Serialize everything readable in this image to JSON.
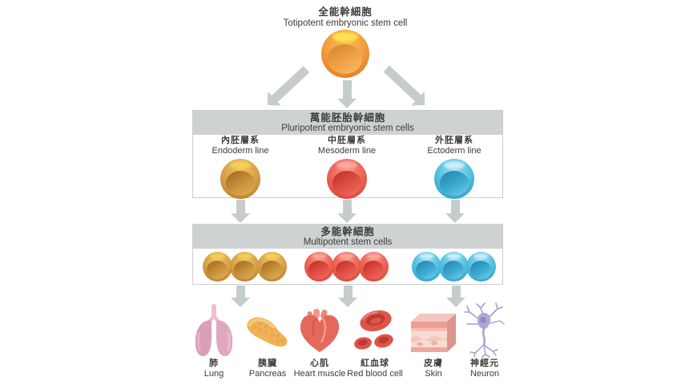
{
  "title": {
    "zh": "全能幹細胞",
    "en": "Totipotent embryonic stem cell"
  },
  "pluripotent": {
    "banner_zh": "萬能胚胎幹細胞",
    "banner_en": "Pluripotent embryonic stem cells",
    "lines": [
      {
        "zh": "內胚層系",
        "en": "Endoderm line",
        "cell_color": "gold"
      },
      {
        "zh": "中胚層系",
        "en": "Mesoderm line",
        "cell_color": "red"
      },
      {
        "zh": "外胚層系",
        "en": "Ectoderm line",
        "cell_color": "blue"
      }
    ]
  },
  "multipotent": {
    "banner_zh": "多能幹細胞",
    "banner_en": "Multipotent stem cells",
    "groups": [
      {
        "cell_color": "gold",
        "count": 3
      },
      {
        "cell_color": "red",
        "count": 3
      },
      {
        "cell_color": "blue",
        "count": 3
      }
    ]
  },
  "organs": [
    {
      "zh": "肺",
      "en": "Lung"
    },
    {
      "zh": "胰臟",
      "en": "Pancreas"
    },
    {
      "zh": "心肌",
      "en": "Heart muscle"
    },
    {
      "zh": "紅血球",
      "en": "Red blood cell"
    },
    {
      "zh": "皮膚",
      "en": "Skin"
    },
    {
      "zh": "神經元",
      "en": "Neuron"
    }
  ],
  "colors": {
    "banner_bg": "#ced2d2",
    "arrow": "#c6cccd",
    "box_border": "#c9cdcd",
    "text": "#3b3b3b",
    "cell_orange": "#f0913c",
    "cell_gold": "#d3963f",
    "cell_red": "#e6554a",
    "cell_blue": "#49b4d8",
    "lung_pink": "#dca4bd",
    "pancreas_yellow": "#f1b157",
    "heart_red": "#e4695c",
    "blood_red": "#df5348",
    "skin_pink": "#ec9d95",
    "neuron_purple": "#aca7d4"
  }
}
